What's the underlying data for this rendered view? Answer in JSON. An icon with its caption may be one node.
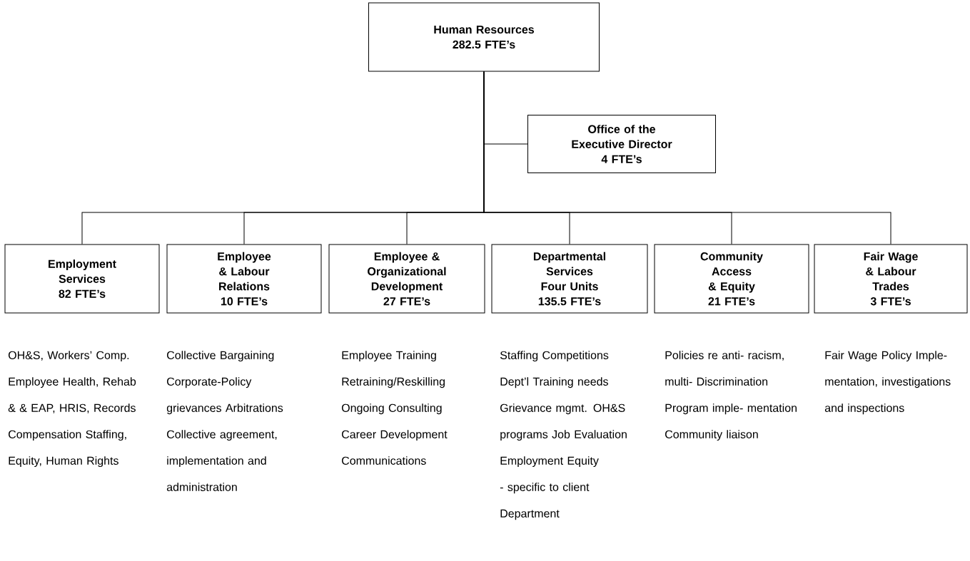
{
  "diagram": {
    "nodes": [
      {
        "text": [
          "Human Resources",
          "282.5 FTE’s"
        ]
      },
      {
        "text": [
          "Office of the Executive Director",
          "4 FTE’s"
        ]
      },
      {
        "text": [
          "Employment Services",
          "82 FTE’s"
        ],
        "beside": [
          "OH&S, Workers’ Comp. Employee Health, Rehab & & EAP, HRIS, Records Compensation Staffing, Equity, Human Rights"
        ]
      },
      {
        "text": [
          "Employee & Labour Relations",
          "10 FTE’s"
        ],
        "beside": [
          "Collective Bargaining Corporate-Policy grievances Arbitrations Collective agreement, implementation and administration"
        ]
      },
      {
        "text": [
          "Employee & Organizational Development",
          "27 FTE’s"
        ],
        "beside": [
          "Employee Training Retraining/Reskilling Ongoing Consulting Career Development Communications"
        ]
      },
      {
        "text": [
          "Departmental Services Four Units",
          "135.5 FTE’s"
        ],
        "beside": [
          "Staffing Competitions Dept’l Training needs Grievance mgmt. OH&S programs Job Evaluation Employment Equity - specific to client Department"
        ]
      },
      {
        "text": [
          "Community Access & Equity",
          "21 FTE’s"
        ],
        "beside": [
          "Policies re anti- racism, multi- Discrimination Program imple- mentation Community liaison"
        ]
      },
      {
        "text": [
          "Fair Wage & Labour Trades",
          "3 FTE’s"
        ],
        "beside": [
          "Fair Wage Policy Imple- mentation, investigations and inspections"
        ]
      }
    ],
    "edges": [
      {
        "from": 0,
        "to": 1,
        "arrow": "none"
      },
      {
        "from": 0,
        "to": 2,
        "arrow": "none"
      },
      {
        "from": 0,
        "to": 3,
        "arrow": "none"
      },
      {
        "from": 0,
        "to": 4,
        "arrow": "none"
      },
      {
        "from": 0,
        "to": 5,
        "arrow": "none"
      },
      {
        "from": 0,
        "to": 6,
        "arrow": "none"
      },
      {
        "from": 0,
        "to": 7,
        "arrow": "none"
      }
    ]
  }
}
